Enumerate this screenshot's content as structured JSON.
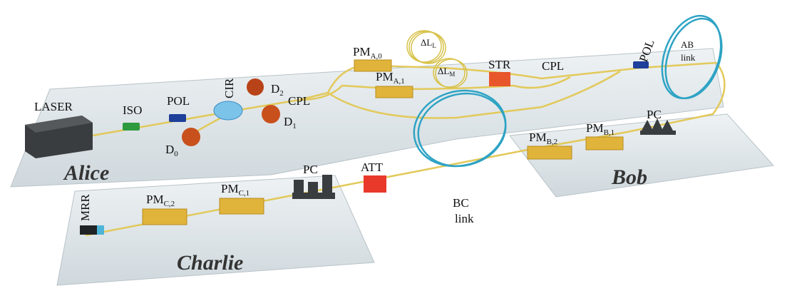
{
  "alice": {
    "name": "Alice",
    "laser": "LASER",
    "iso": "ISO",
    "pol": "POL",
    "cir": "CIR",
    "d0": "D",
    "d0_sub": "0",
    "d1": "D",
    "d1_sub": "1",
    "d2": "D",
    "d2_sub": "2",
    "cpl1": "CPL",
    "pm_a0": "PM",
    "pm_a0_sub": "A,0",
    "pm_a1": "PM",
    "pm_a1_sub": "A,1",
    "dl_l": "ΔL",
    "dl_l_sub": "L",
    "dl_m": "ΔL",
    "dl_m_sub": "M",
    "str": "STR",
    "cpl2": "CPL",
    "pol2": "POL"
  },
  "ab_link": {
    "line1": "AB",
    "line2": "link"
  },
  "bc_link": {
    "line1": "BC",
    "line2": "link"
  },
  "bob": {
    "name": "Bob",
    "pm_b2": "PM",
    "pm_b2_sub": "B,2",
    "pm_b1": "PM",
    "pm_b1_sub": "B,1",
    "pc": "PC"
  },
  "charlie": {
    "name": "Charlie",
    "mrr": "MRR",
    "pm_c2": "PM",
    "pm_c2_sub": "C,2",
    "pm_c1": "PM",
    "pm_c1_sub": "C,1",
    "pc": "PC",
    "att": "ATT"
  },
  "colors": {
    "plate": "#dfe6ea",
    "fiber": "#e2c95a",
    "pm": "#e0b43a",
    "link": "#2ea3c4",
    "red": "#e8392b",
    "orange": "#c8501c",
    "laser": "#3a3d40"
  }
}
